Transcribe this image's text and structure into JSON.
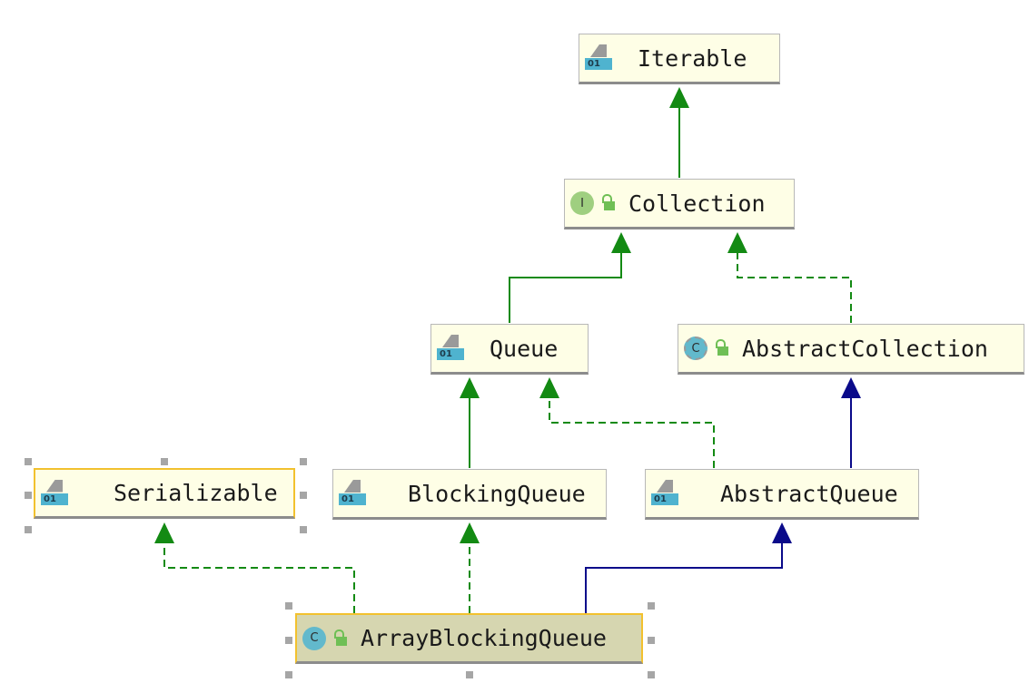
{
  "diagram": {
    "nodes": [
      {
        "id": "iterable",
        "label": "Iterable",
        "icon": "interface-file-icon"
      },
      {
        "id": "collection",
        "label": "Collection",
        "icon": "interface-badge-icon"
      },
      {
        "id": "queue",
        "label": "Queue",
        "icon": "interface-file-icon"
      },
      {
        "id": "abstract_collection",
        "label": "AbstractCollection",
        "icon": "abstract-class-badge-icon"
      },
      {
        "id": "serializable",
        "label": "Serializable",
        "icon": "interface-file-icon"
      },
      {
        "id": "blocking_queue",
        "label": "BlockingQueue",
        "icon": "interface-file-icon"
      },
      {
        "id": "abstract_queue",
        "label": "AbstractQueue",
        "icon": "interface-file-icon"
      },
      {
        "id": "array_blocking_queue",
        "label": "ArrayBlockingQueue",
        "icon": "class-badge-icon"
      }
    ],
    "icon_text": {
      "bin": "01",
      "interface_badge": "I",
      "class_badge": "C"
    },
    "edges": [
      {
        "from": "collection",
        "to": "iterable",
        "kind": "extends-interface"
      },
      {
        "from": "queue",
        "to": "collection",
        "kind": "extends-interface"
      },
      {
        "from": "abstract_collection",
        "to": "collection",
        "kind": "implements"
      },
      {
        "from": "blocking_queue",
        "to": "queue",
        "kind": "extends-interface"
      },
      {
        "from": "abstract_queue",
        "to": "queue",
        "kind": "implements"
      },
      {
        "from": "abstract_queue",
        "to": "abstract_collection",
        "kind": "extends-class"
      },
      {
        "from": "array_blocking_queue",
        "to": "serializable",
        "kind": "implements"
      },
      {
        "from": "array_blocking_queue",
        "to": "blocking_queue",
        "kind": "implements"
      },
      {
        "from": "array_blocking_queue",
        "to": "abstract_queue",
        "kind": "extends-class"
      }
    ],
    "colors": {
      "node_fill": "#fefee6",
      "focus_fill": "#d6d6b0",
      "selection_border": "#f2c12e",
      "interface_edge": "#138a13",
      "class_edge": "#0a0a8a"
    }
  }
}
